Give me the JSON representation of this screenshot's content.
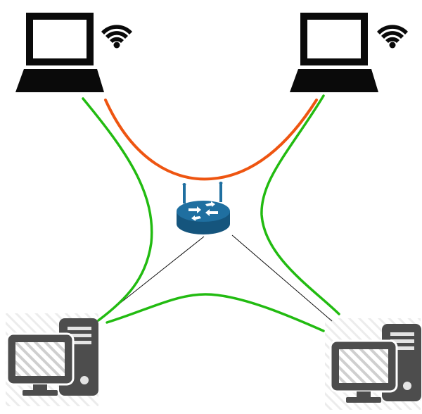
{
  "colors": {
    "background": "#ffffff",
    "device_dark": "#0a0a0a",
    "desktop_gray": "#4d4d4d",
    "desktop_screen_hatch": "#bdbdbd",
    "router_blue": "#1f6fa0",
    "router_blue_dark": "#15557d",
    "link_green": "#22bb11",
    "link_orange": "#ee5511",
    "wire_black": "#111111"
  },
  "nodes": [
    {
      "id": "laptop-left",
      "icon": "laptop-icon",
      "wireless": true
    },
    {
      "id": "laptop-right",
      "icon": "laptop-icon",
      "wireless": true
    },
    {
      "id": "router",
      "icon": "wireless-router-icon"
    },
    {
      "id": "desktop-left",
      "icon": "desktop-computer-icon"
    },
    {
      "id": "desktop-right",
      "icon": "desktop-computer-icon"
    }
  ],
  "links": [
    {
      "from": "laptop-left",
      "to": "laptop-right",
      "style": "curve",
      "color": "orange"
    },
    {
      "from": "laptop-left",
      "to": "desktop-left",
      "style": "curve",
      "color": "green"
    },
    {
      "from": "laptop-right",
      "to": "desktop-right",
      "style": "curve",
      "color": "green"
    },
    {
      "from": "desktop-left",
      "to": "desktop-right",
      "style": "curve",
      "color": "green"
    },
    {
      "from": "router",
      "to": "desktop-left",
      "style": "wire",
      "color": "black"
    },
    {
      "from": "router",
      "to": "desktop-right",
      "style": "wire",
      "color": "black"
    }
  ]
}
